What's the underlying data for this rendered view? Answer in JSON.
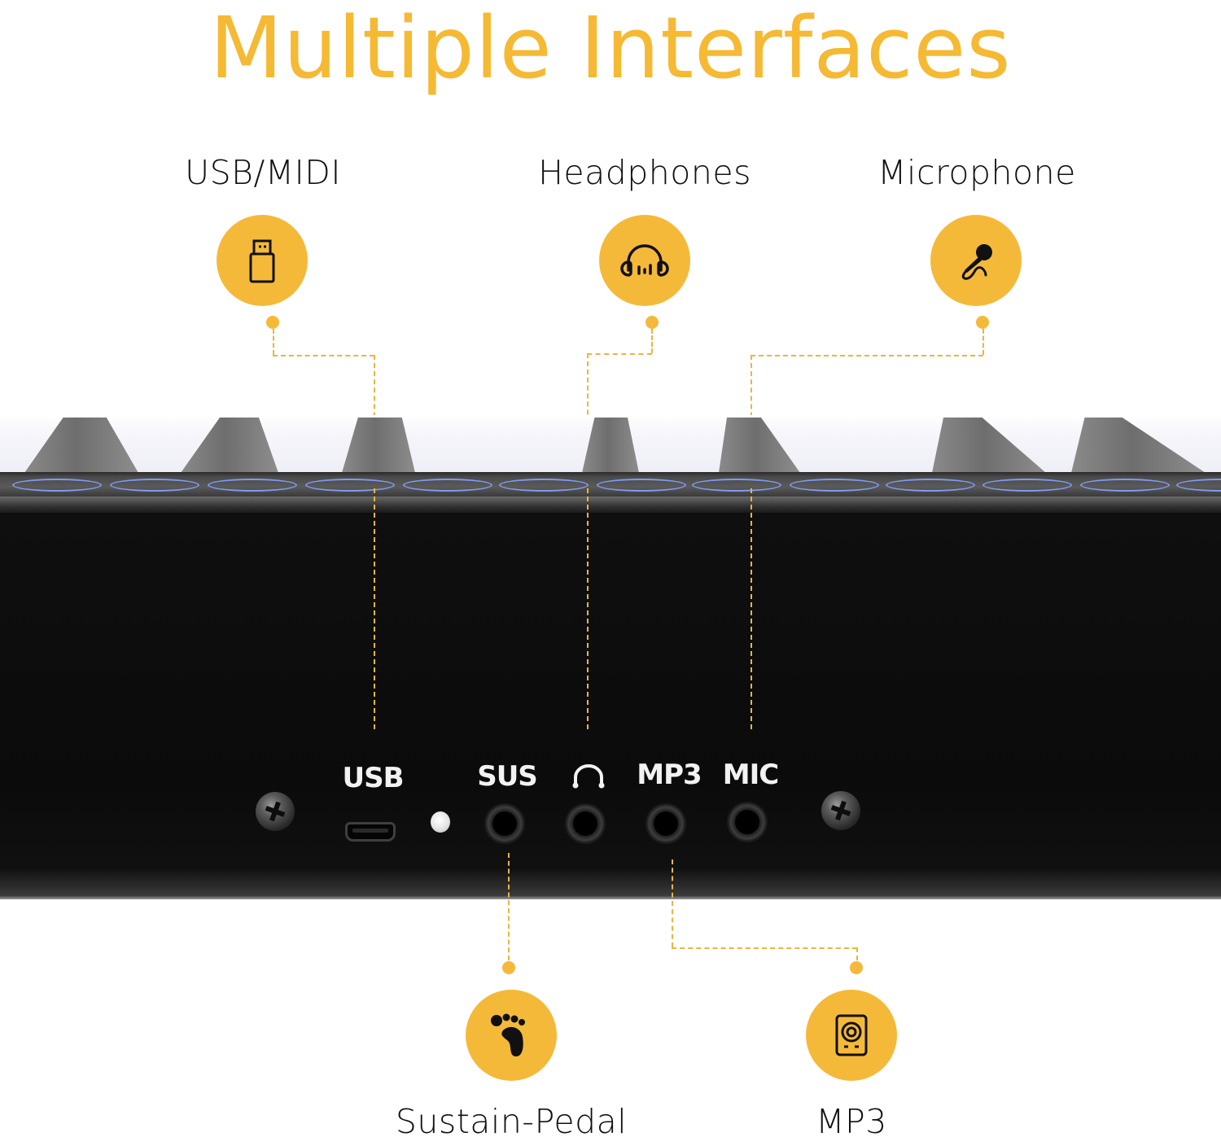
{
  "title": "Multiple Interfaces",
  "colors": {
    "accent": "#f5b93a",
    "title": "#f5b933",
    "dash_line": "#e8b640",
    "panel": "#0d0d0d",
    "touch_pad_ring": "#7f9af0"
  },
  "callouts_top": [
    {
      "label": "USB/MIDI",
      "icon": "usb-stick-icon"
    },
    {
      "label": "Headphones",
      "icon": "headphones-icon"
    },
    {
      "label": "Microphone",
      "icon": "microphone-icon"
    }
  ],
  "callouts_bottom": [
    {
      "label": "Sustain-Pedal",
      "icon": "footprint-icon"
    },
    {
      "label": "MP3",
      "icon": "speaker-icon"
    }
  ],
  "panel": {
    "ports": [
      {
        "label": "USB",
        "type": "micro-usb"
      },
      {
        "label": "",
        "type": "led-indicator"
      },
      {
        "label": "SUS",
        "type": "jack"
      },
      {
        "label": "",
        "type": "jack",
        "symbol": "headphones-symbol"
      },
      {
        "label": "MP3",
        "type": "jack"
      },
      {
        "label": "MIC",
        "type": "jack"
      }
    ]
  }
}
